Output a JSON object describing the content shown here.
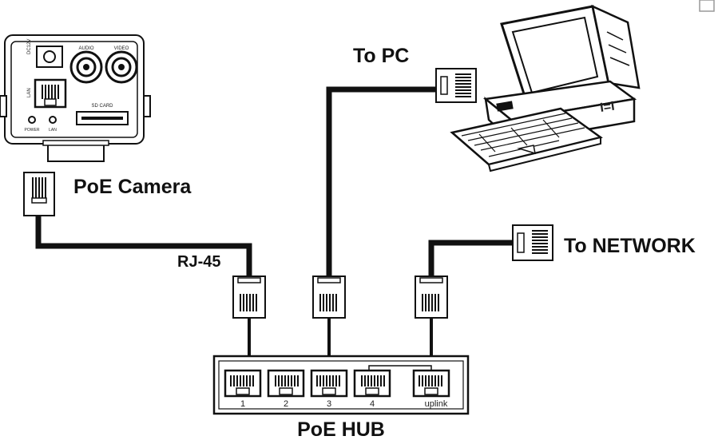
{
  "labels": {
    "to_pc": "To PC",
    "poe_camera": "PoE Camera",
    "rj45": "RJ-45",
    "to_network": "To NETWORK",
    "poe_hub": "PoE HUB"
  },
  "hub_ports": [
    "1",
    "2",
    "3",
    "4",
    "uplink"
  ],
  "camera_panel": {
    "dc12v": "DC12V",
    "audio": "AUDIO",
    "video": "VIDEO",
    "lan": "LAN",
    "sd_card": "SD CARD",
    "power": "POWER",
    "lan_led": "LAN"
  },
  "colors": {
    "ink": "#111111",
    "background": "#ffffff"
  }
}
